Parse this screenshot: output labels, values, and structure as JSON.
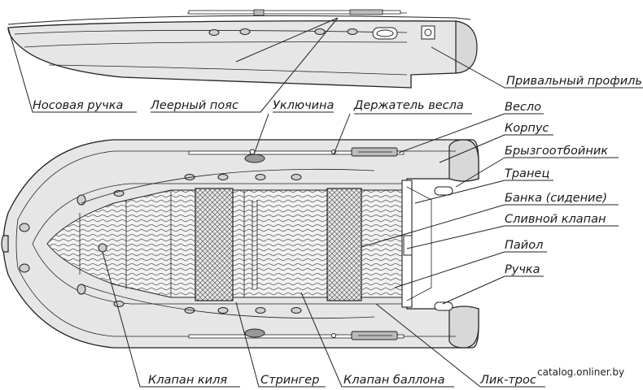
{
  "labels": {
    "rub_strake": "Привальный профиль",
    "bow_handle": "Носовая ручка",
    "lifeline": "Леерный пояс",
    "oarlock": "Уключина",
    "oar_holder": "Держатель весла",
    "oar": "Весло",
    "hull": "Корпус",
    "spray_deflector": "Брызгоотбойник",
    "transom": "Транец",
    "bench": "Банка (сидение)",
    "drain_valve": "Сливной клапан",
    "floor": "Пайол",
    "handle": "Ручка",
    "keel_valve": "Клапан киля",
    "stringer": "Стрингер",
    "tube_valve": "Клапан баллона",
    "rope": "Лик-трос"
  },
  "watermark": "catalog.onliner.by"
}
